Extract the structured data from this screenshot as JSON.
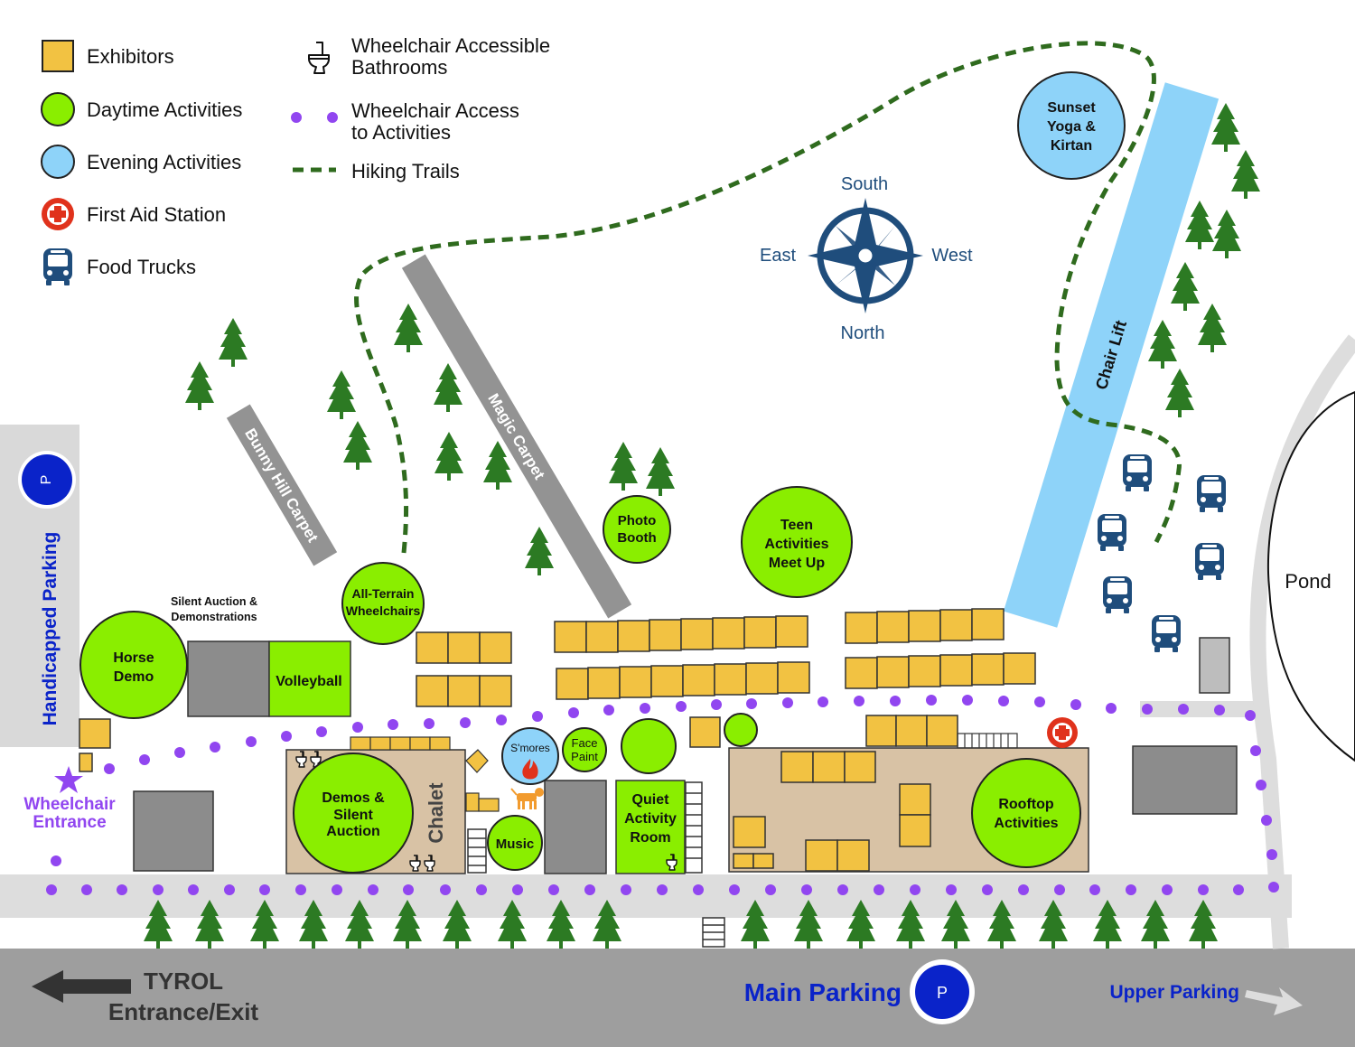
{
  "legend": {
    "exhibitors": "Exhibitors",
    "daytime": "Daytime Activities",
    "evening": "Evening Activities",
    "first_aid": "First Aid Station",
    "food_trucks": "Food Trucks",
    "bathrooms_line1": "Wheelchair Accessible",
    "bathrooms_line2": "Bathrooms",
    "access_line1": "Wheelchair Access",
    "access_line2": "to Activities",
    "hiking": "Hiking Trails"
  },
  "compass": {
    "top": "South",
    "bottom": "North",
    "left": "East",
    "right": "West"
  },
  "lifts": {
    "bunny": "Bunny Hill Carpet",
    "magic": "Magic Carpet",
    "chair": "Chair Lift"
  },
  "places": {
    "sunset_1": "Sunset",
    "sunset_2": "Yoga &",
    "sunset_3": "Kirtan",
    "photo_1": "Photo",
    "photo_2": "Booth",
    "teen_1": "Teen",
    "teen_2": "Activities",
    "teen_3": "Meet Up",
    "allterrain_1": "All-Terrain",
    "allterrain_2": "Wheelchairs",
    "silent_1": "Silent Auction &",
    "silent_2": "Demonstrations",
    "horse_1": "Horse",
    "horse_2": "Demo",
    "volleyball": "Volleyball",
    "demos_1": "Demos &",
    "demos_2": "Silent",
    "demos_3": "Auction",
    "chalet": "Chalet",
    "smores": "S'mores",
    "face_1": "Face",
    "face_2": "Paint",
    "quiet_1": "Quiet",
    "quiet_2": "Activity",
    "quiet_3": "Room",
    "music": "Music",
    "rooftop_1": "Rooftop",
    "rooftop_2": "Activities",
    "pond": "Pond",
    "wheelchair_entrance_1": "Wheelchair",
    "wheelchair_entrance_2": "Entrance",
    "handicapped_parking": "Handicapped Parking"
  },
  "parking": {
    "symbol": "P",
    "main": "Main Parking",
    "upper": "Upper Parking",
    "tyrol_1": "TYROL",
    "tyrol_2": "Entrance/Exit"
  },
  "colors": {
    "exhibitor": "#F2C242",
    "daytime": "#8AEE00",
    "evening": "#8ED3F9",
    "navy": "#1F4D7C",
    "trail": "#2F6B1E",
    "access_dot": "#9146F0",
    "tree": "#2C7A23",
    "building": "#D8C2A5",
    "parking_blue": "#0A23C9",
    "first_aid": "#E0321C"
  }
}
